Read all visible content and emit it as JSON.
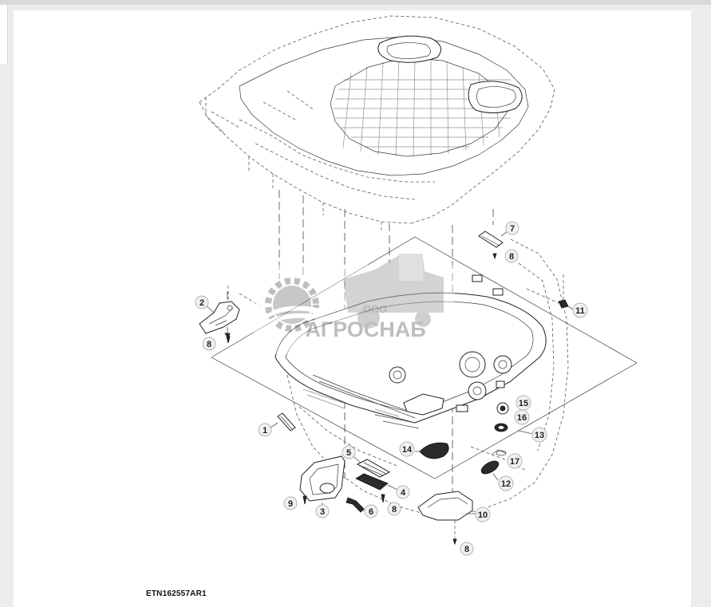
{
  "diagram": {
    "figure_code": "ETN162557AR1",
    "watermark": {
      "company_prefix": "ООО",
      "company_name": "АГРОСНАБ"
    },
    "callouts": [
      "1",
      "2",
      "3",
      "4",
      "5",
      "6",
      "7",
      "8",
      "9",
      "10",
      "11",
      "12",
      "13",
      "14",
      "15",
      "16",
      "17"
    ],
    "extra_callouts_8": [
      "8",
      "8",
      "8",
      "8"
    ]
  },
  "colors": {
    "line": "#2a2a2a",
    "badge_fill": "#f1f1f1",
    "badge_stroke": "#b5b5b5",
    "watermark": "#9a9a9a"
  }
}
